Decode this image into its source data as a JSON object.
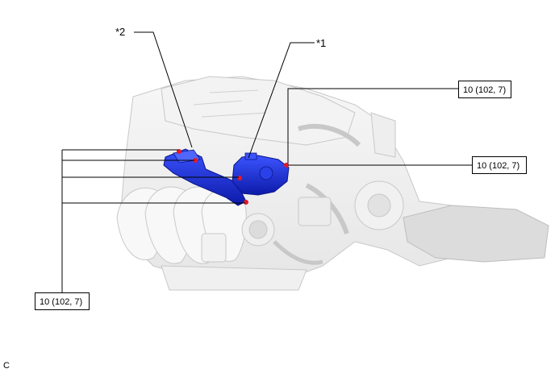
{
  "callouts": [
    {
      "id": "c1",
      "text": "*1"
    },
    {
      "id": "c2",
      "text": "*2"
    }
  ],
  "torque_labels": [
    {
      "id": "t_top",
      "text": "10 (102, 7)"
    },
    {
      "id": "t_right",
      "text": "10 (102, 7)"
    },
    {
      "id": "t_left",
      "text": "10 (102, 7)"
    }
  ],
  "corner_letter": "C",
  "colors": {
    "part_highlight": "#1a2bd6",
    "bolt_marker": "#e0192b",
    "engine_outline": "#cfcfcf",
    "engine_shade": "#eeeeee"
  },
  "icons": [
    "egr-valve-icon",
    "egr-pipe-icon",
    "bolt-marker-icon",
    "engine-illustration-icon"
  ]
}
